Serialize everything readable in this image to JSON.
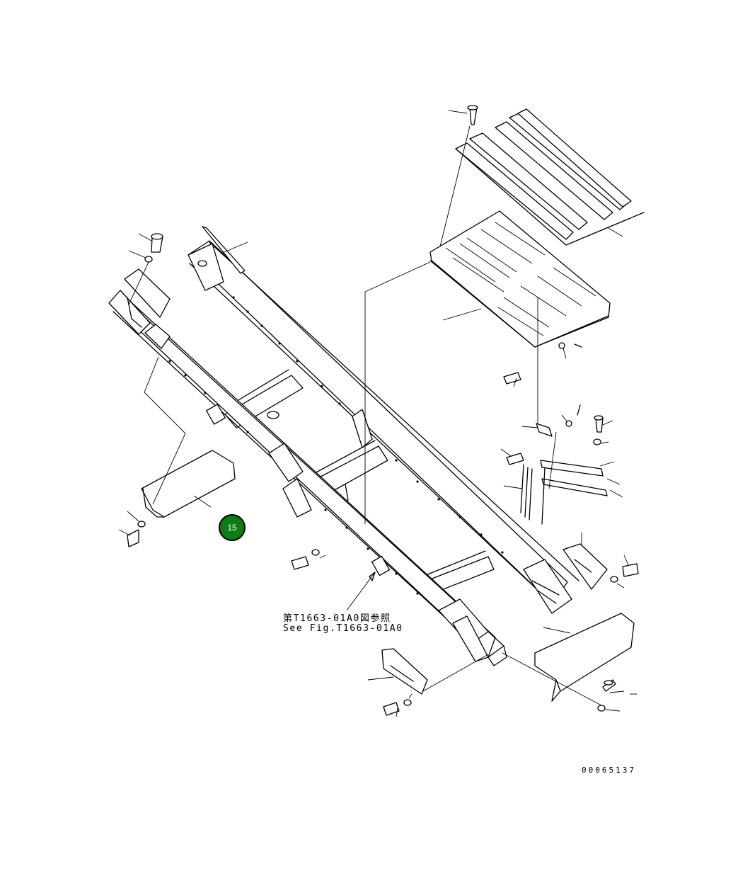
{
  "diagram": {
    "reference_note_jp": "第T1663-01A0図参照",
    "reference_note_en": "See Fig.T1663-01A0",
    "drawing_number": "00065137",
    "callouts": [
      {
        "label": "15"
      }
    ]
  },
  "colors": {
    "line": "#000000",
    "background": "#ffffff",
    "callout_fill": "#0b7d12",
    "callout_text": "#ffffff"
  }
}
